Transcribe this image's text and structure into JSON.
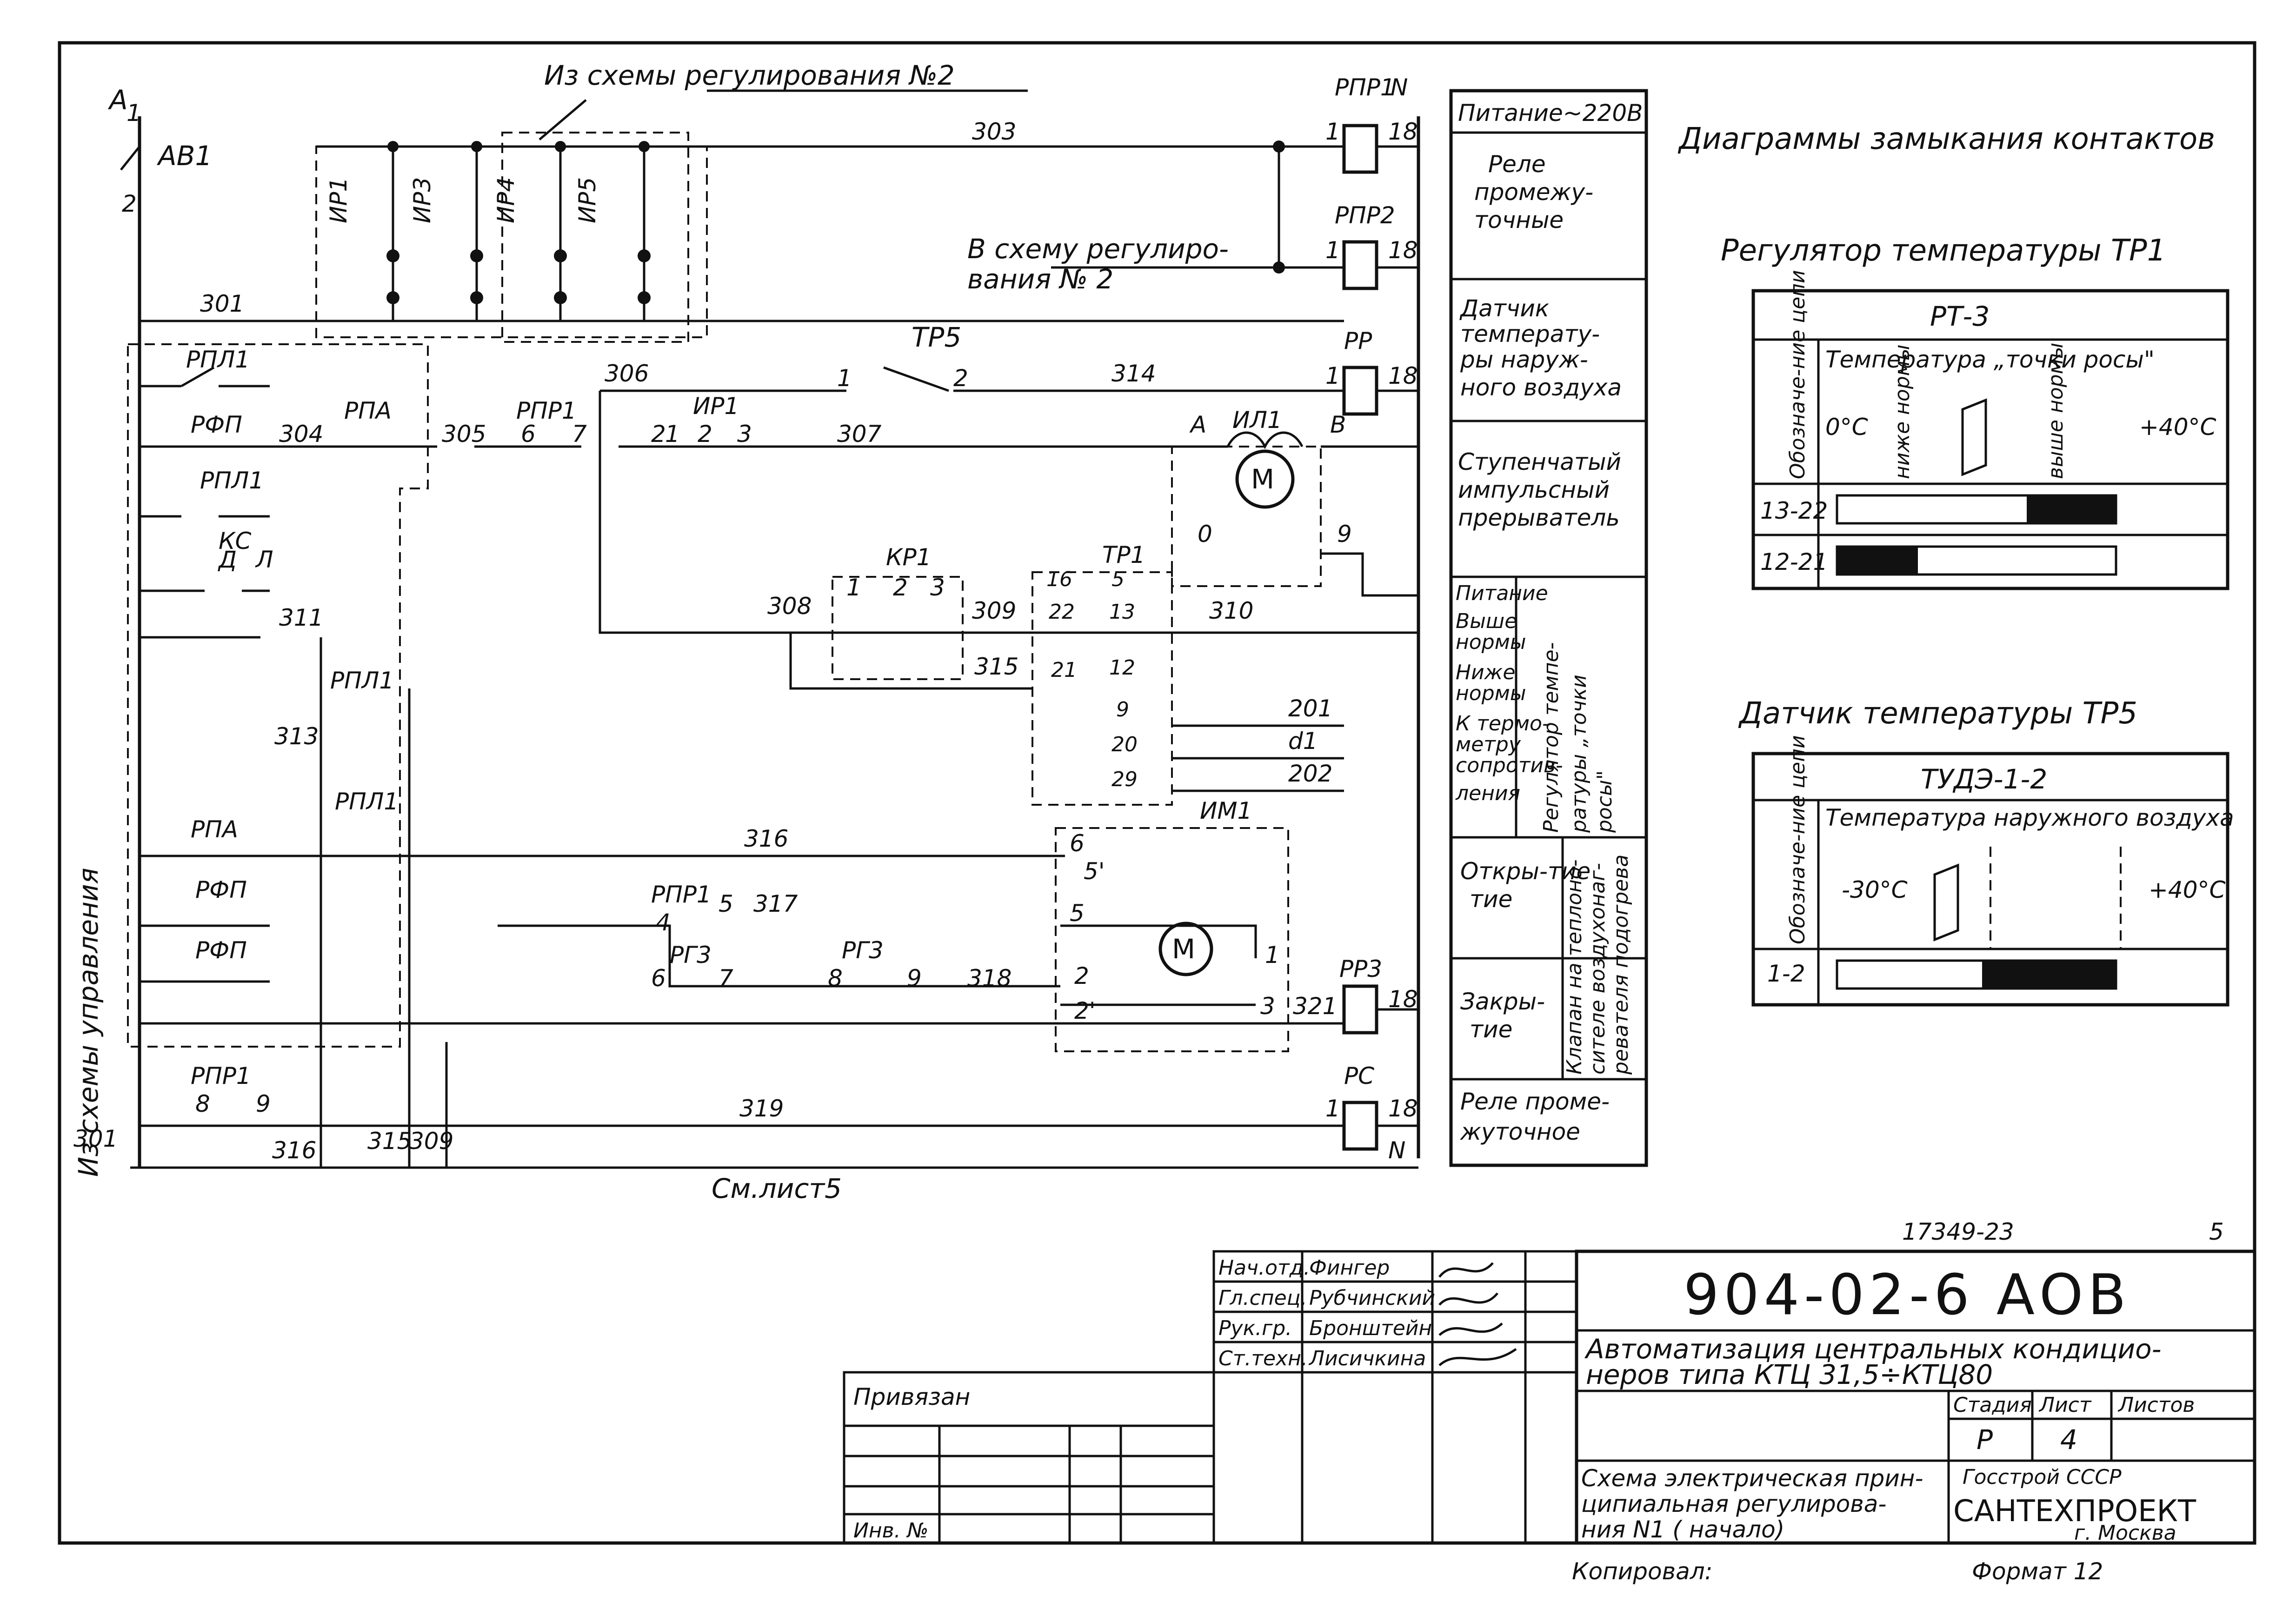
{
  "schematic": {
    "top_note": "Из схемы регулирования №2",
    "to_reg2_line1": "В схему регулиро-",
    "to_reg2_line2": "вания № 2",
    "left_note": "Из схемы управления",
    "bottom_note": "См.лист5",
    "node_A": "А",
    "sub_1": "1",
    "breaker": "АВ1",
    "n2": "2",
    "wires": [
      "303",
      "301",
      "306",
      "314",
      "304",
      "305",
      "307",
      "308",
      "309",
      "310",
      "315",
      "311",
      "313",
      "316",
      "317",
      "318",
      "319",
      "321",
      "201",
      "d1",
      "202",
      "301",
      "316",
      "315",
      "309"
    ],
    "relays": [
      "РПР1",
      "РПР2",
      "РР",
      "РР3",
      "РС"
    ],
    "relay_contacts": [
      "РПЛ1",
      "РФП",
      "РПЛ1",
      "РПА",
      "РПР1",
      "РПЛ1",
      "РФП",
      "РПА",
      "РФП",
      "РПЛ1",
      "РПР1",
      "РГ3",
      "РГ3"
    ],
    "devices": [
      "ИР1",
      "ИР3",
      "ИР4",
      "ИР5",
      "ИР1",
      "ТР5",
      "ИЛ1",
      "КР1",
      "ТР1",
      "ИМ1",
      "КС"
    ],
    "terminal_marks": [
      "1",
      "2",
      "3",
      "6",
      "7",
      "8",
      "9",
      "4",
      "5",
      "N",
      "18",
      "А",
      "В",
      "Д",
      "Л",
      "12",
      "13",
      "16",
      "21",
      "22",
      "29",
      "20",
      "0",
      "9",
      "2'",
      "3",
      "1",
      "5'",
      "6",
      "5",
      "2",
      "8",
      "9"
    ]
  },
  "legend": {
    "rows": [
      "Питание~220В",
      "Реле промежу-точные",
      "Датчик температу-ры наруж-ного воздуха",
      "Ступенчатый импульсный прерыватель",
      "Питание",
      "Выше нормы",
      "Ниже нормы",
      "К термо-метру сопротив-ления",
      "Регулятор темпе-ратуры „точки росы\"",
      "Откры-тие",
      "Закры-тие",
      "Клапан на теплоно-сителе воздухонаг-ревателя подогрева",
      "Реле проме-жуточное"
    ]
  },
  "contact_diagrams": {
    "title": "Диаграммы замыкания контактов",
    "tr1_title": "Регулятор температуры ТР1",
    "tr1_model": "РТ-3",
    "tr1_header": "Температура „точки росы\"",
    "tr1_label_low": "0°С",
    "tr1_label_below": "ниже нормы",
    "tr1_label_above": "выше нормы",
    "tr1_label_high": "+40°С",
    "chain_label": "Обозначе-ние цепи",
    "tr1_rows": [
      {
        "chain": "13-22",
        "fill_from": 0.68,
        "fill_to": 1.0
      },
      {
        "chain": "12-21",
        "fill_from": 0.0,
        "fill_to": 0.29
      }
    ],
    "tr5_title": "Датчик температуры ТР5",
    "tr5_model": "ТУДЭ-1-2",
    "tr5_header": "Температура наружного воздуха",
    "tr5_label_low": "-30°С",
    "tr5_label_high": "+40°С",
    "tr5_rows": [
      {
        "chain": "1-2",
        "fill_from": 0.52,
        "fill_to": 1.0
      }
    ]
  },
  "title_block": {
    "sheet_code": "17349-23",
    "sheet_num": "5",
    "doc_number": "904-02-6   АОВ",
    "title_line1": "Автоматизация центральных кондицио-",
    "title_line2": "неров типа КТЦ 31,5÷КТЦ80",
    "stage_label": "Стадия",
    "sheet_label": "Лист",
    "sheets_label": "Листов",
    "stage": "Р",
    "sheet": "4",
    "subtitle_line1": "Схема электрическая прин-",
    "subtitle_line2": "ципиальная регулирова-",
    "subtitle_line3": "ния N1 ( начало)",
    "org_line1": "Госстрой   СССР",
    "org_line2": "САНТЕХПРОЕКТ",
    "org_line3": "г. Москва",
    "bound_label": "Привязан",
    "inv_label": "Инв. №",
    "copied": "Копировал:",
    "format": "Формат 12",
    "signatures": [
      {
        "role": "Нач.отд.",
        "name": "Фингер"
      },
      {
        "role": "Гл.спец.",
        "name": "Рубчинский"
      },
      {
        "role": "Рук.гр.",
        "name": "Бронштейн"
      },
      {
        "role": "Ст.техн.",
        "name": "Лисичкина"
      }
    ]
  }
}
